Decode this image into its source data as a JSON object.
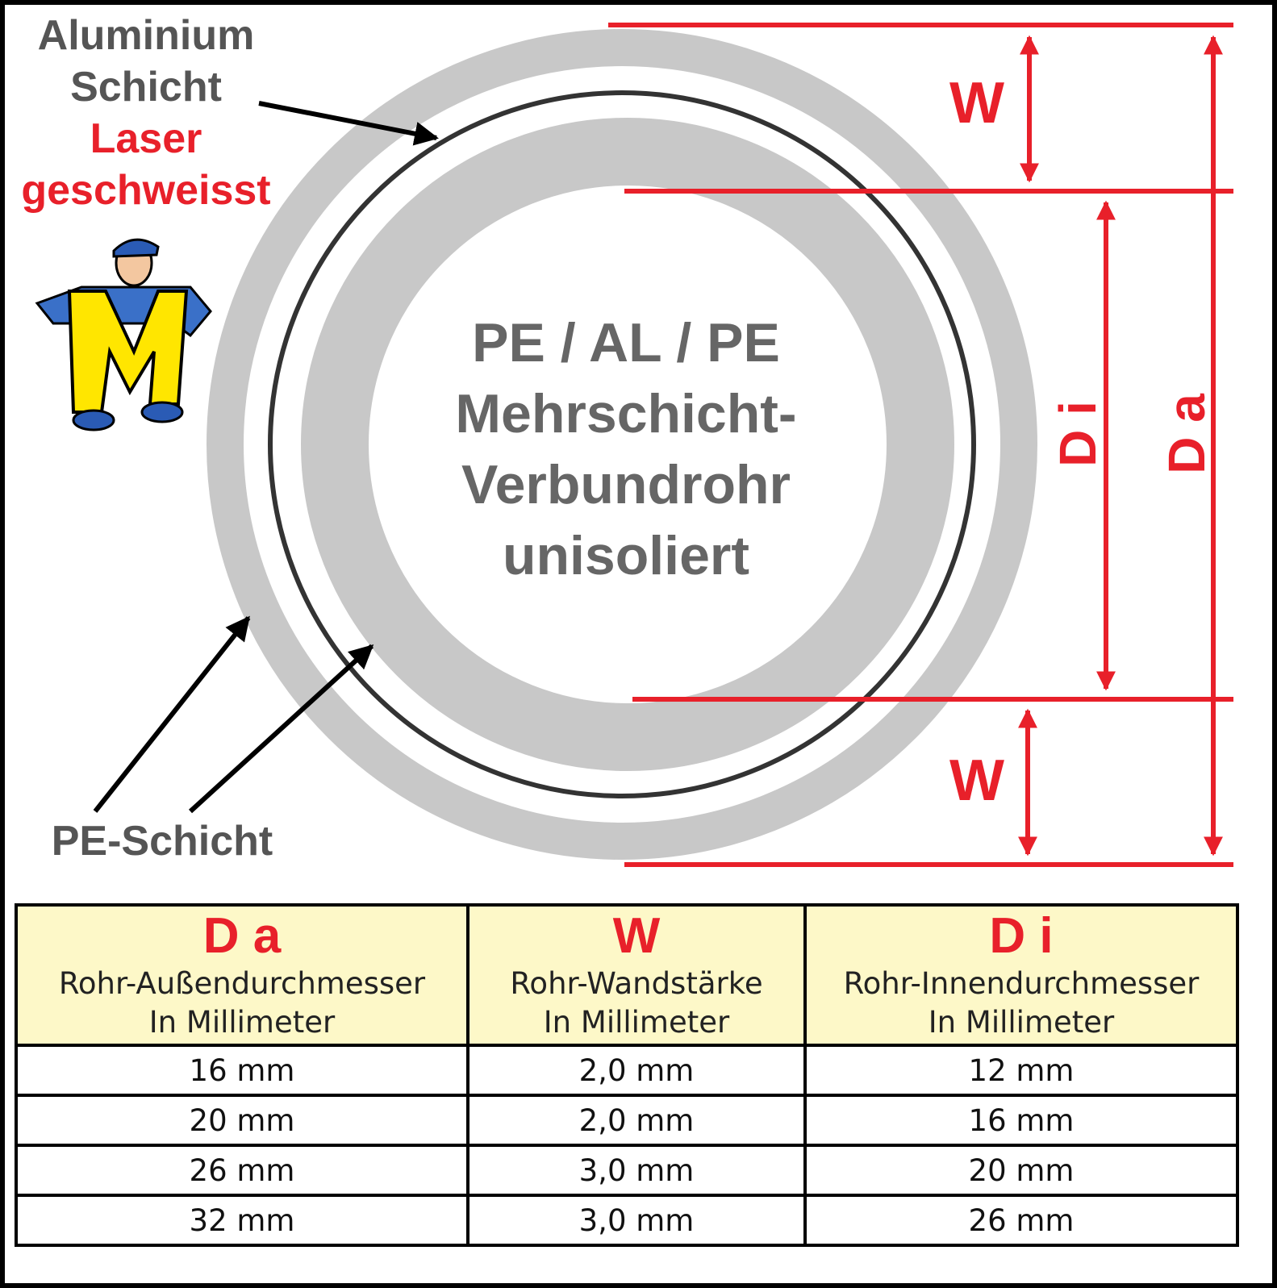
{
  "labels": {
    "aluminium": "Aluminium",
    "schicht": "Schicht",
    "laser": "Laser",
    "geschweisst": "geschweisst",
    "pe_schicht": "PE-Schicht",
    "center": [
      "PE / AL / PE",
      "Mehrschicht-",
      "Verbundrohr",
      "unisoliert"
    ],
    "w_top": "W",
    "w_bottom": "W",
    "di": "D i",
    "da": "D a"
  },
  "colors": {
    "red": "#e8202a",
    "gray_ring": "#c8c8c8",
    "dark": "#333333",
    "header_bg": "#fdf8c8"
  },
  "table": {
    "headers": [
      {
        "symbol": "D a",
        "title": "Rohr-Außendurchmesser",
        "unit": "In Millimeter"
      },
      {
        "symbol": "W",
        "title": "Rohr-Wandstärke",
        "unit": "In Millimeter"
      },
      {
        "symbol": "D i",
        "title": "Rohr-Innendurchmesser",
        "unit": "In Millimeter"
      }
    ],
    "rows": [
      [
        "16 mm",
        "2,0 mm",
        "12 mm"
      ],
      [
        "20 mm",
        "2,0 mm",
        "16 mm"
      ],
      [
        "26 mm",
        "3,0 mm",
        "20 mm"
      ],
      [
        "32 mm",
        "3,0 mm",
        "26 mm"
      ]
    ]
  }
}
